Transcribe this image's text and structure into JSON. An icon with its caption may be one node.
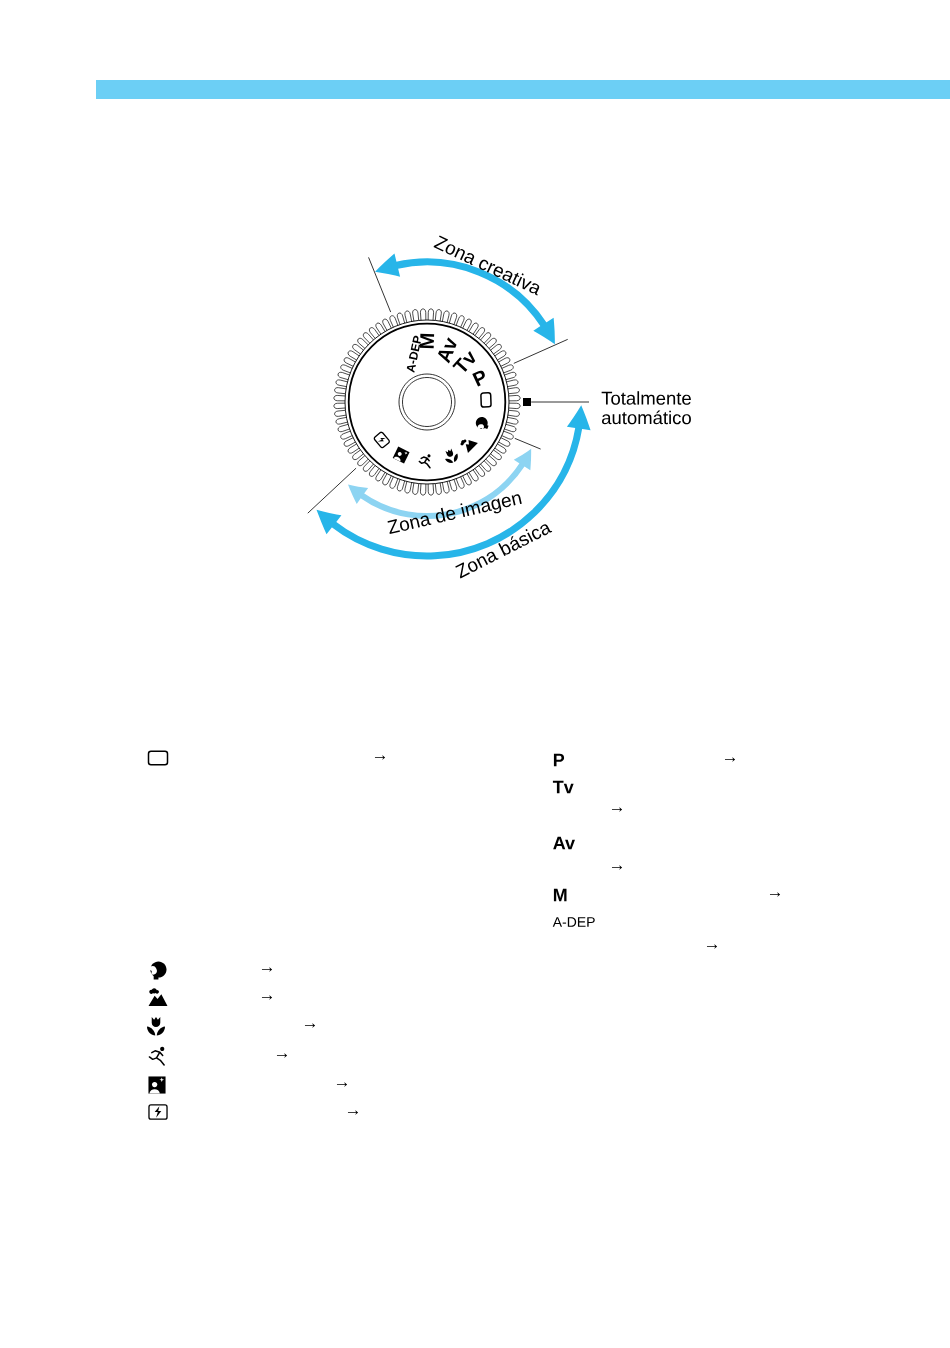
{
  "diagram": {
    "nodes": [
      {
        "text": [
          "Totalmente automático"
        ]
      },
      {
        "text": [],
        "shape": "box"
      }
    ],
    "edges": [
      {
        "from": 0,
        "to": 1,
        "arrow": "none"
      }
    ],
    "labels": [
      "Zona creativa",
      "A-DEP",
      "M",
      "Av",
      "Tv",
      "P",
      "Zona de imagen",
      "Zona básica",
      "→",
      "→",
      "→",
      "→",
      "→",
      "→",
      "→",
      "P",
      "→",
      "Tv",
      "→",
      "Av",
      "→",
      "M",
      "→",
      "A-DEP",
      "→"
    ]
  }
}
